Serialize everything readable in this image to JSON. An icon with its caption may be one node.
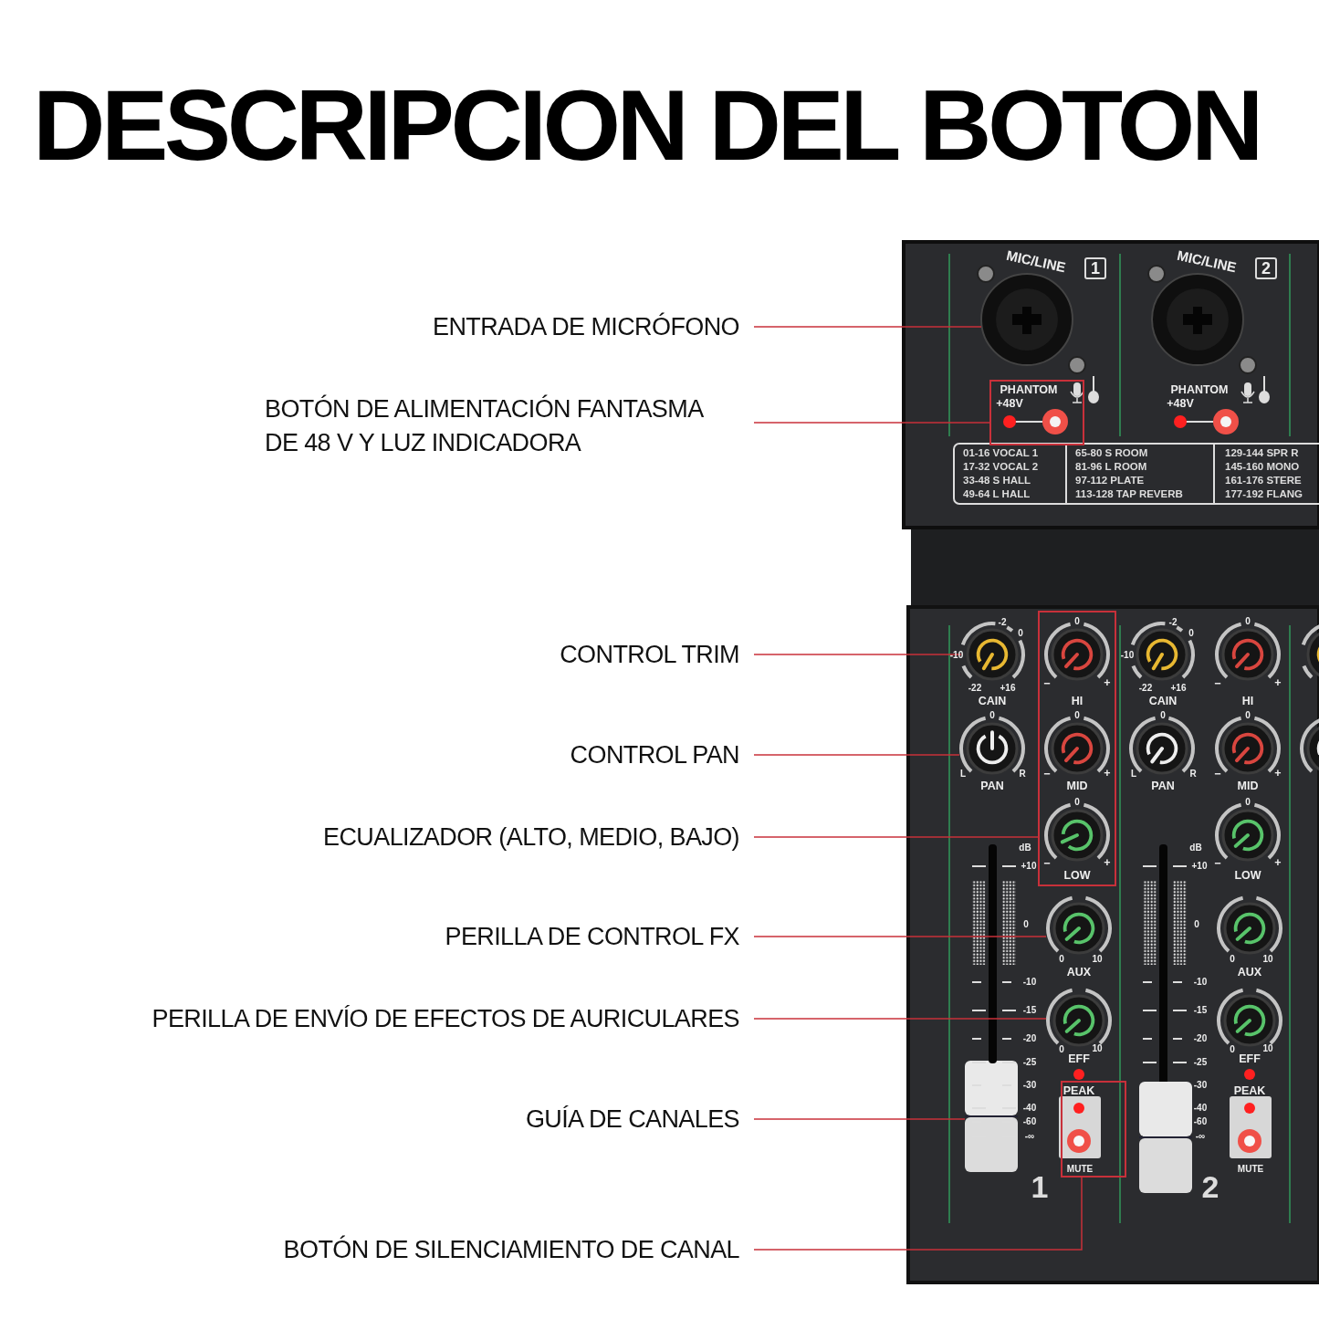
{
  "diagram": {
    "title": "DESCRIPCION DEL BOTON",
    "nodes": [
      {
        "text": [
          "ENTRADA DE MICRÓFONO"
        ]
      },
      {
        "text": [
          "BOTÓN DE ALIMENTACIÓN FANTASMA DE 48 V Y LUZ INDICADORA"
        ]
      },
      {
        "text": [
          "CONTROL TRIM"
        ]
      },
      {
        "text": [
          "CONTROL PAN"
        ]
      },
      {
        "text": [
          "ECUALIZADOR (ALTO, MEDIO, BAJO)"
        ]
      },
      {
        "text": [
          "PERILLA DE CONTROL FX"
        ]
      },
      {
        "text": [
          "PERILLA DE ENVÍO DE EFECTOS DE AURICULARES"
        ]
      },
      {
        "text": [
          "GUÍA DE CANALES"
        ]
      },
      {
        "text": [
          "BOTÓN DE SILENCIAMIENTO DE CANAL"
        ]
      },
      {
        "text": [],
        "shape": "picture"
      },
      {
        "text": [],
        "shape": "box"
      },
      {
        "text": [],
        "shape": "picture"
      },
      {
        "text": [],
        "shape": "picture"
      },
      {
        "text": [],
        "shape": "box"
      },
      {
        "text": [],
        "shape": "picture"
      },
      {
        "text": [],
        "shape": "picture"
      },
      {
        "text": [],
        "shape": "picture"
      },
      {
        "text": [],
        "shape": "box"
      }
    ],
    "edges": [
      {
        "from": 0,
        "to": 9,
        "arrow": "none"
      },
      {
        "from": 1,
        "to": 10,
        "arrow": "none"
      },
      {
        "from": 2,
        "to": 11,
        "arrow": "none"
      },
      {
        "from": 3,
        "to": 12,
        "arrow": "none"
      },
      {
        "from": 4,
        "to": 13,
        "arrow": "none"
      },
      {
        "from": 5,
        "to": 14,
        "arrow": "none"
      },
      {
        "from": 6,
        "to": 15,
        "arrow": "none"
      },
      {
        "from": 7,
        "to": 16,
        "arrow": "none"
      },
      {
        "from": 8,
        "to": 17,
        "arrow": "none"
      }
    ],
    "labels": [
      "MIC/LINE",
      "1",
      "PHANTOM",
      "+48V",
      "-2",
      "0",
      "-10",
      "-22",
      "+16",
      "CAIN",
      "0",
      "−",
      "+",
      "HI",
      "0",
      "L",
      "R",
      "PAN",
      "0",
      "−",
      "+",
      "MID",
      "0",
      "−",
      "+",
      "LOW",
      "dB",
      "+10",
      "0",
      "-10",
      "-15",
      "-20",
      "-25",
      "-30",
      "-40",
      "-60",
      "-∞",
      "0",
      "10",
      "AUX",
      "0",
      "10",
      "EFF",
      "PEAK",
      "MUTE",
      "1",
      "MIC/LINE",
      "2",
      "PHANTOM",
      "+48V",
      "-2",
      "0",
      "-10",
      "-22",
      "+16",
      "CAIN",
      "0",
      "−",
      "+",
      "HI",
      "0",
      "L",
      "R",
      "PAN",
      "0",
      "−",
      "+",
      "MID",
      "0",
      "−",
      "+",
      "LOW",
      "dB",
      "+10",
      "0",
      "-10",
      "-15",
      "-20",
      "-25",
      "-30",
      "-40",
      "-60",
      "-∞",
      "0",
      "10",
      "AUX",
      "0",
      "10",
      "EFF",
      "PEAK",
      "MUTE",
      "2",
      "01-16 VOCAL 1",
      "65-80 S ROOM",
      "129-144 SPR R",
      "17-32 VOCAL 2",
      "81-96 L ROOM",
      "145-160 MONO",
      "33-48 S HALL",
      "97-112 PLATE",
      "161-176 STERE",
      "49-64 L HALL",
      "113-128 TAP REVERB",
      "177-192 FLANG"
    ]
  }
}
